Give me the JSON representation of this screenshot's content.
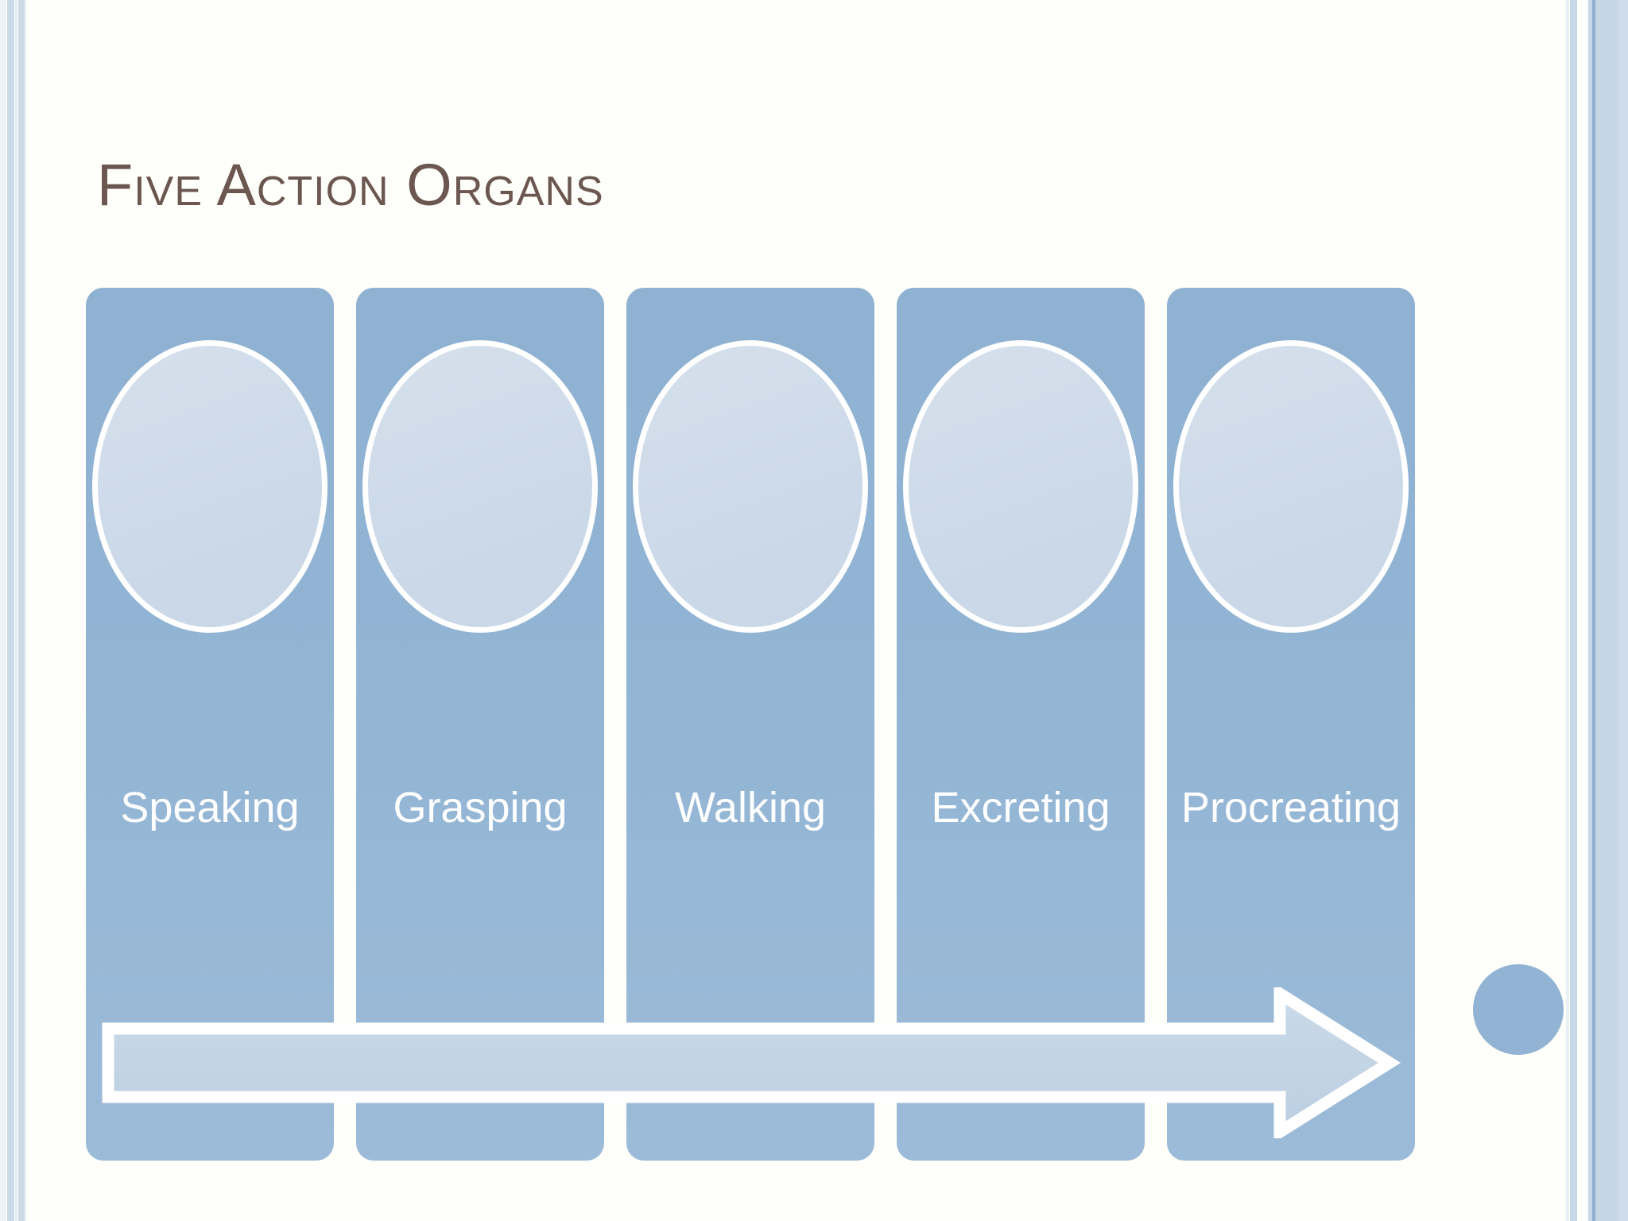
{
  "slide": {
    "title": "Five Action Organs",
    "background_color": "#FEFFFA",
    "title_color": "#6B5750",
    "accent_color": "#92B3D3",
    "oval_color": "#CFDCEA",
    "arrow_color": "#C4D5E6",
    "label_color": "#FFFFFF"
  },
  "diagram": {
    "type": "process-chevron",
    "direction": "left-to-right",
    "cards": [
      {
        "label": "Speaking",
        "index": 1
      },
      {
        "label": "Grasping",
        "index": 2
      },
      {
        "label": "Walking",
        "index": 3
      },
      {
        "label": "Excreting",
        "index": 4
      },
      {
        "label": "Procreating",
        "index": 5
      }
    ],
    "arrow": {
      "name": "process-arrow",
      "points_to": "right",
      "fill": "#C4D5E6",
      "stroke": "#FFFFFF"
    }
  },
  "decorations": {
    "circle": {
      "name": "corner-circle",
      "color": "#92B3D3"
    },
    "left_stripes": {
      "name": "left-edge-stripes"
    },
    "right_stripes": {
      "name": "right-edge-stripes"
    }
  }
}
